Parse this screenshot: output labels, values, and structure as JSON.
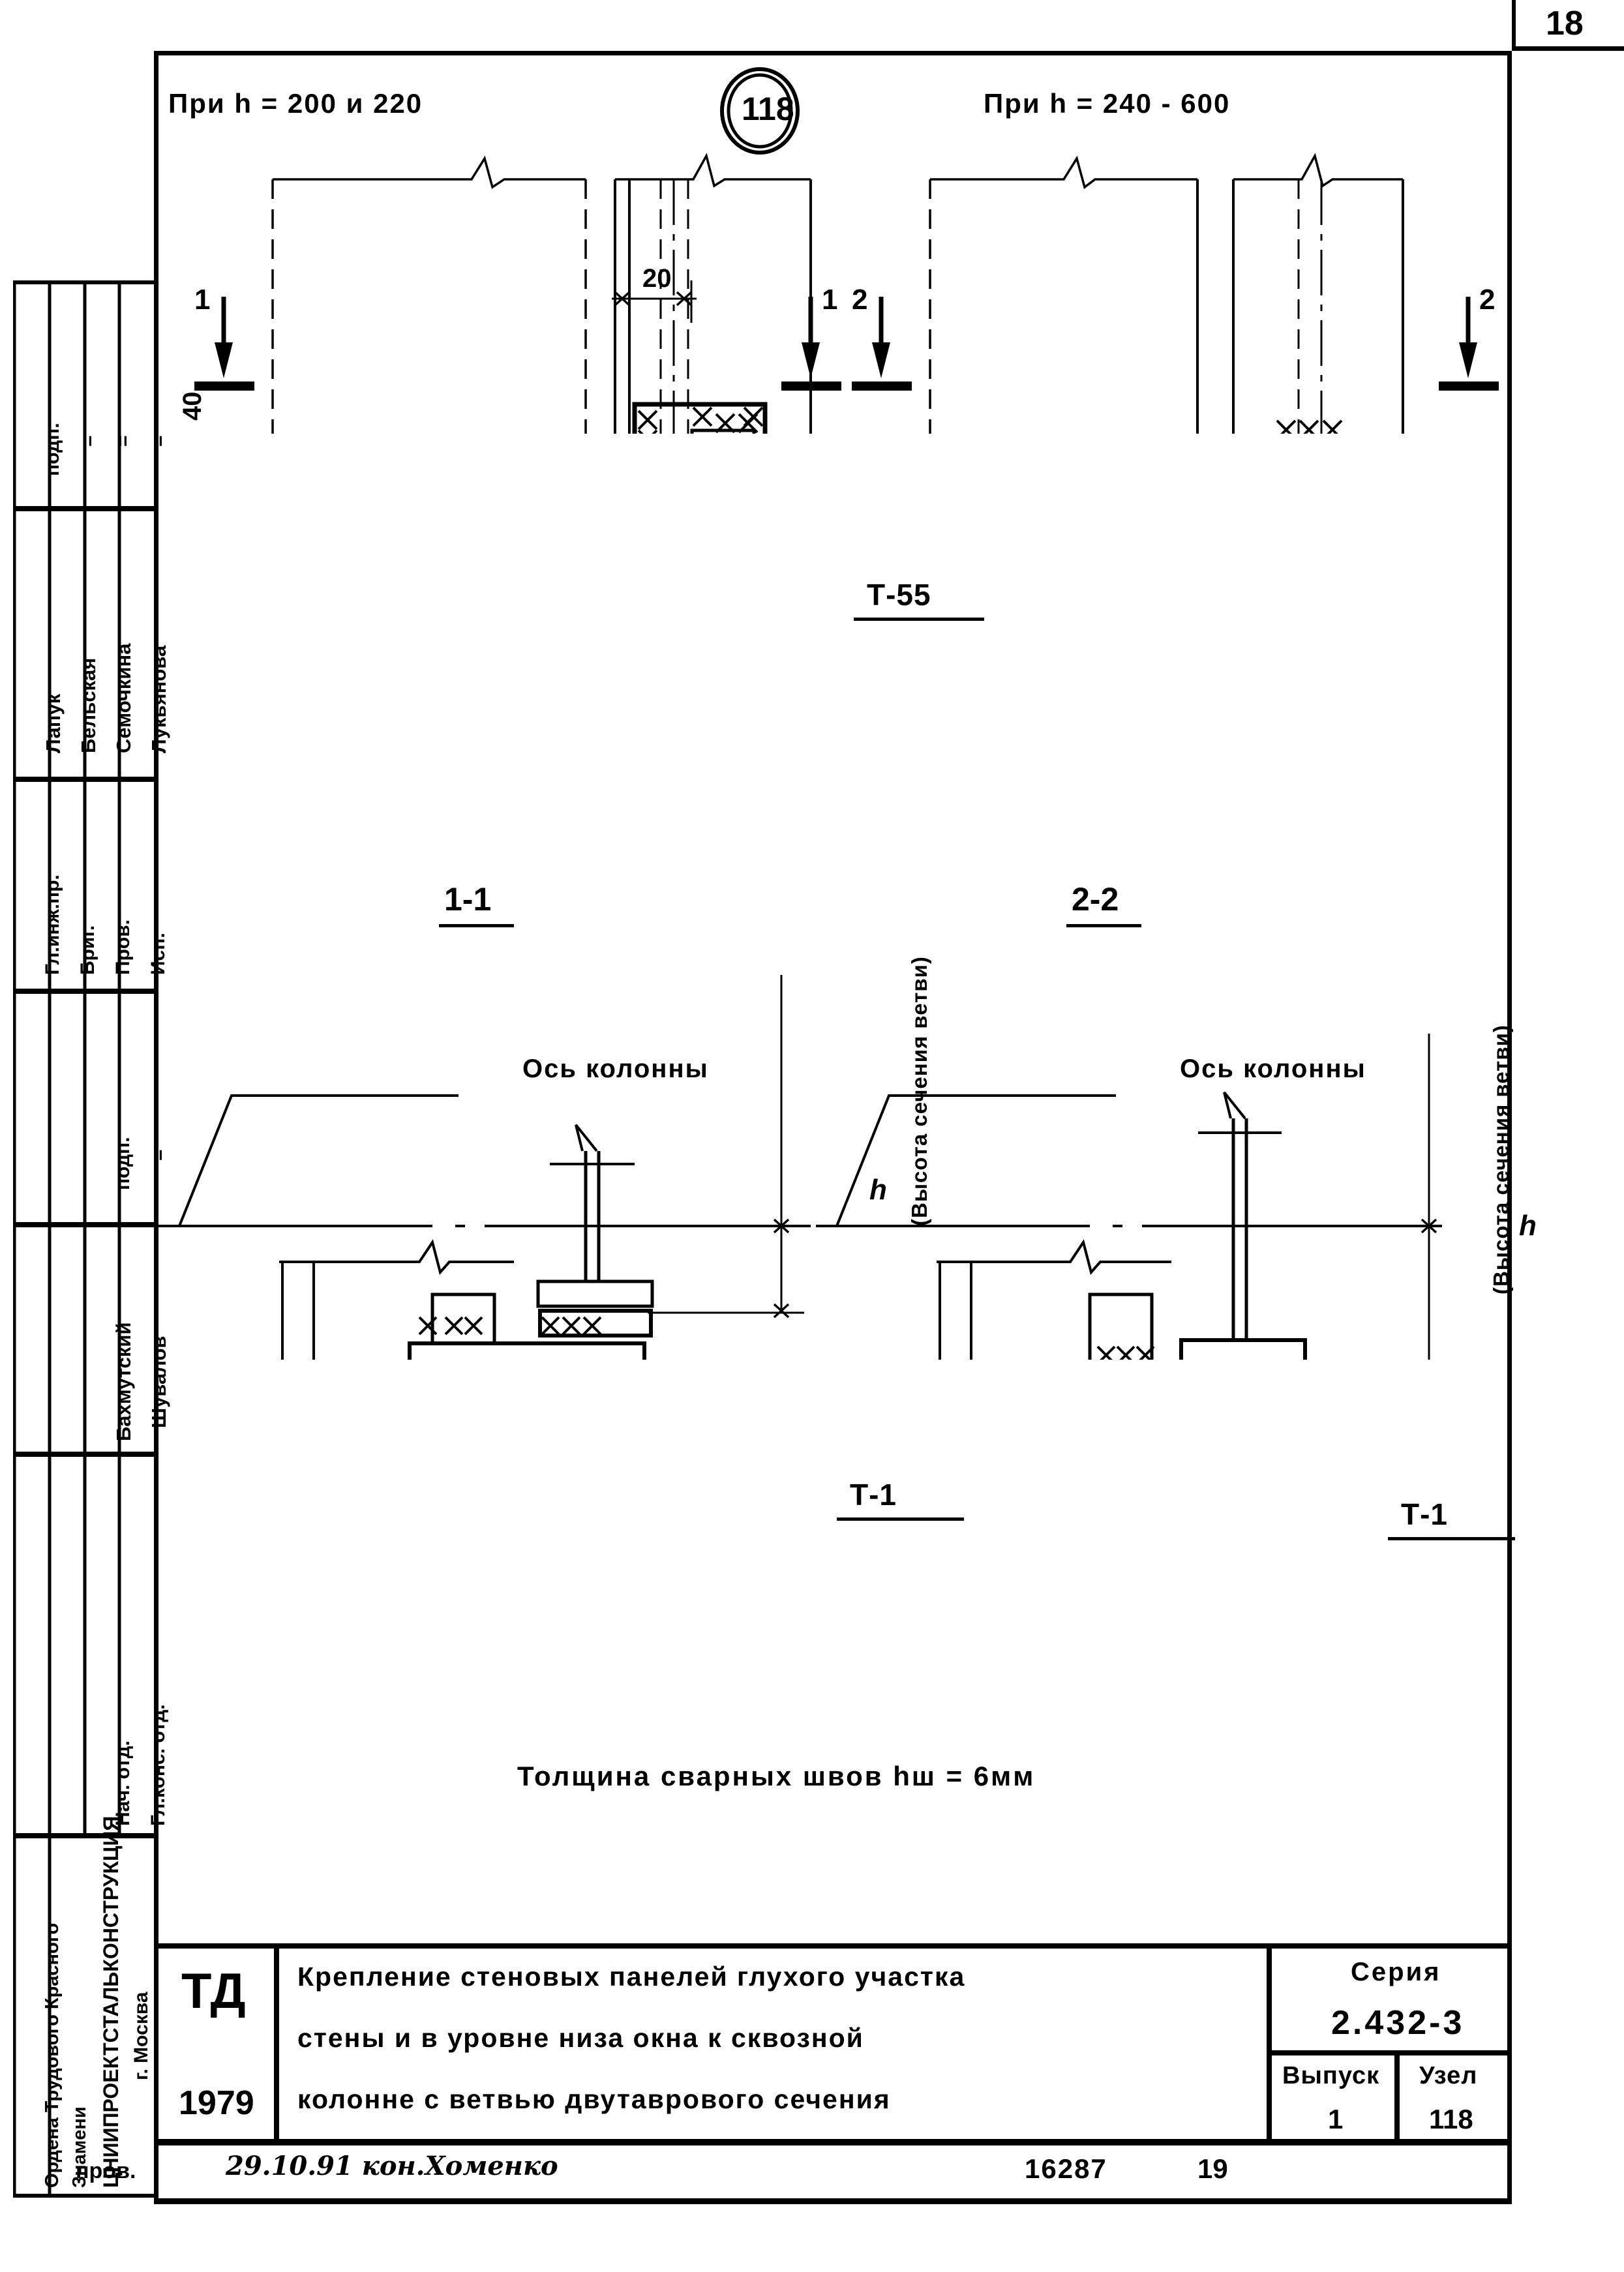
{
  "sheet": {
    "page_number": "18",
    "node_bubble": "118"
  },
  "headers": {
    "left_detail": "При h = 200 и 220",
    "right_detail": "При h = 240 - 600"
  },
  "details": {
    "left": {
      "section_mark_left": "1",
      "section_mark_right": "1",
      "dim_top": "20",
      "dim_left": "40",
      "callout": "Т-55"
    },
    "right": {
      "section_mark_left": "2",
      "section_mark_right": "2"
    }
  },
  "sections": {
    "left": {
      "label": "1-1",
      "axis_label": "Ось колонны",
      "height_symbol": "h",
      "height_note": "(Высота сечения ветви)",
      "callout": "Т-1"
    },
    "right": {
      "label": "2-2",
      "axis_label": "Ось колонны",
      "height_symbol": "h",
      "height_note": "(Высота сечения ветви)",
      "callout": "Т-1"
    }
  },
  "note": "Толщина сварных швов hш = 6мм",
  "left_stamp": {
    "rows_names": [
      "Лапук",
      "Бельская",
      "Семочкина",
      "Лукьянова"
    ],
    "rows_signs": [
      "подп.",
      "=",
      "=",
      "="
    ],
    "roles_top": [
      "Гл.инж.пр.",
      "Бриг.",
      "Пров.",
      "Исп."
    ],
    "sign2": [
      "подп.",
      "="
    ],
    "rows_names2": [
      "Бахмутский",
      "Шувалов"
    ],
    "roles_bottom": [
      "Нач. отд.",
      "Гл.конс. отд."
    ],
    "org_line1": "Ордена Трудового Красного",
    "org_line2": "Знамени",
    "org_line3": "ЦНИИПРОЕКТСТАЛЬКОНСТРУКЦИЯ",
    "org_line4": "г. Москва"
  },
  "title_block": {
    "stamp_mark": "ТД",
    "stamp_year": "1979",
    "title_line1": "Крепление стеновых панелей глухого участка",
    "title_line2": "стены и в уровне низа окна к сквозной",
    "title_line3": "колонне с ветвью двутаврового сечения",
    "series_label": "Серия",
    "series_value": "2.432-3",
    "issue_label": "Выпуск",
    "issue_value": "1",
    "node_label": "Узел",
    "node_value": "118",
    "footer_role": "пров.",
    "footer_signature": "29.10.91 кон.Хоменко",
    "footer_code": "16287",
    "footer_page": "19"
  }
}
